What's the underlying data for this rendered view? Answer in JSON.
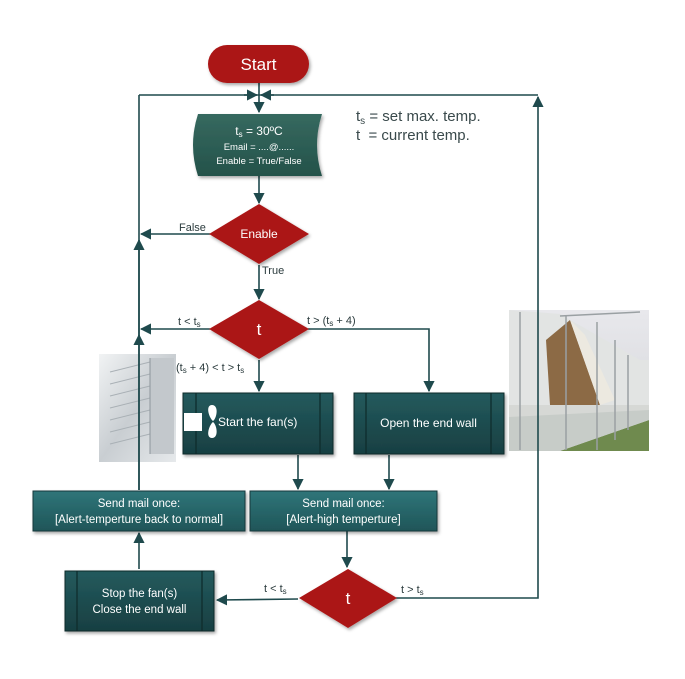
{
  "diagram": {
    "title": "Greenhouse temperature control flowchart",
    "colors": {
      "decision": "#ab1717",
      "process": "#1e4e51",
      "process_dark": "#163a3c",
      "mail": "#2a6b6f",
      "init": "#2e5f55",
      "wire": "#1f4a4d"
    },
    "nodes": {
      "start": {
        "label": "Start"
      },
      "init": {
        "line1_main": "t",
        "line1_sub": "s",
        "line1_rest": " = 30ºC",
        "line2": "Email = ....@......",
        "line3": "Enable = True/False"
      },
      "enable_decision": {
        "label": "Enable"
      },
      "temp_decision": {
        "label": "t"
      },
      "start_fan": {
        "label": "Start the fan(s)",
        "icon": "fan-icon"
      },
      "open_wall": {
        "label": "Open the end wall"
      },
      "mail_normal": {
        "line1": "Send mail once:",
        "line2": "[Alert-temperture back to normal]"
      },
      "mail_high": {
        "line1": "Send mail once:",
        "line2": "[Alert-high temperture]"
      },
      "stop_fan": {
        "line1": "Stop the fan(s)",
        "line2": "Close the end wall"
      },
      "temp_decision_2": {
        "label": "t"
      }
    },
    "edges": {
      "false_label": "False",
      "true_label": "True",
      "lt_ts_a": "t < t",
      "gt_ts4_a": "t > (t",
      "gt_ts4_b": " + 4)",
      "mid_a": "(t",
      "mid_b": " + 4) < t > t",
      "lt_ts_b": "t < t",
      "gt_ts_b": "t > t",
      "sub_s": "s"
    },
    "legend": {
      "line1_main": "t",
      "line1_sub": "s",
      "line1_rest": " = set max. temp.",
      "line2": "t  = current temp."
    },
    "images": {
      "fan_photo": "exhaust-fan-photo",
      "greenhouse_photo": "greenhouse-end-wall-photo"
    }
  }
}
